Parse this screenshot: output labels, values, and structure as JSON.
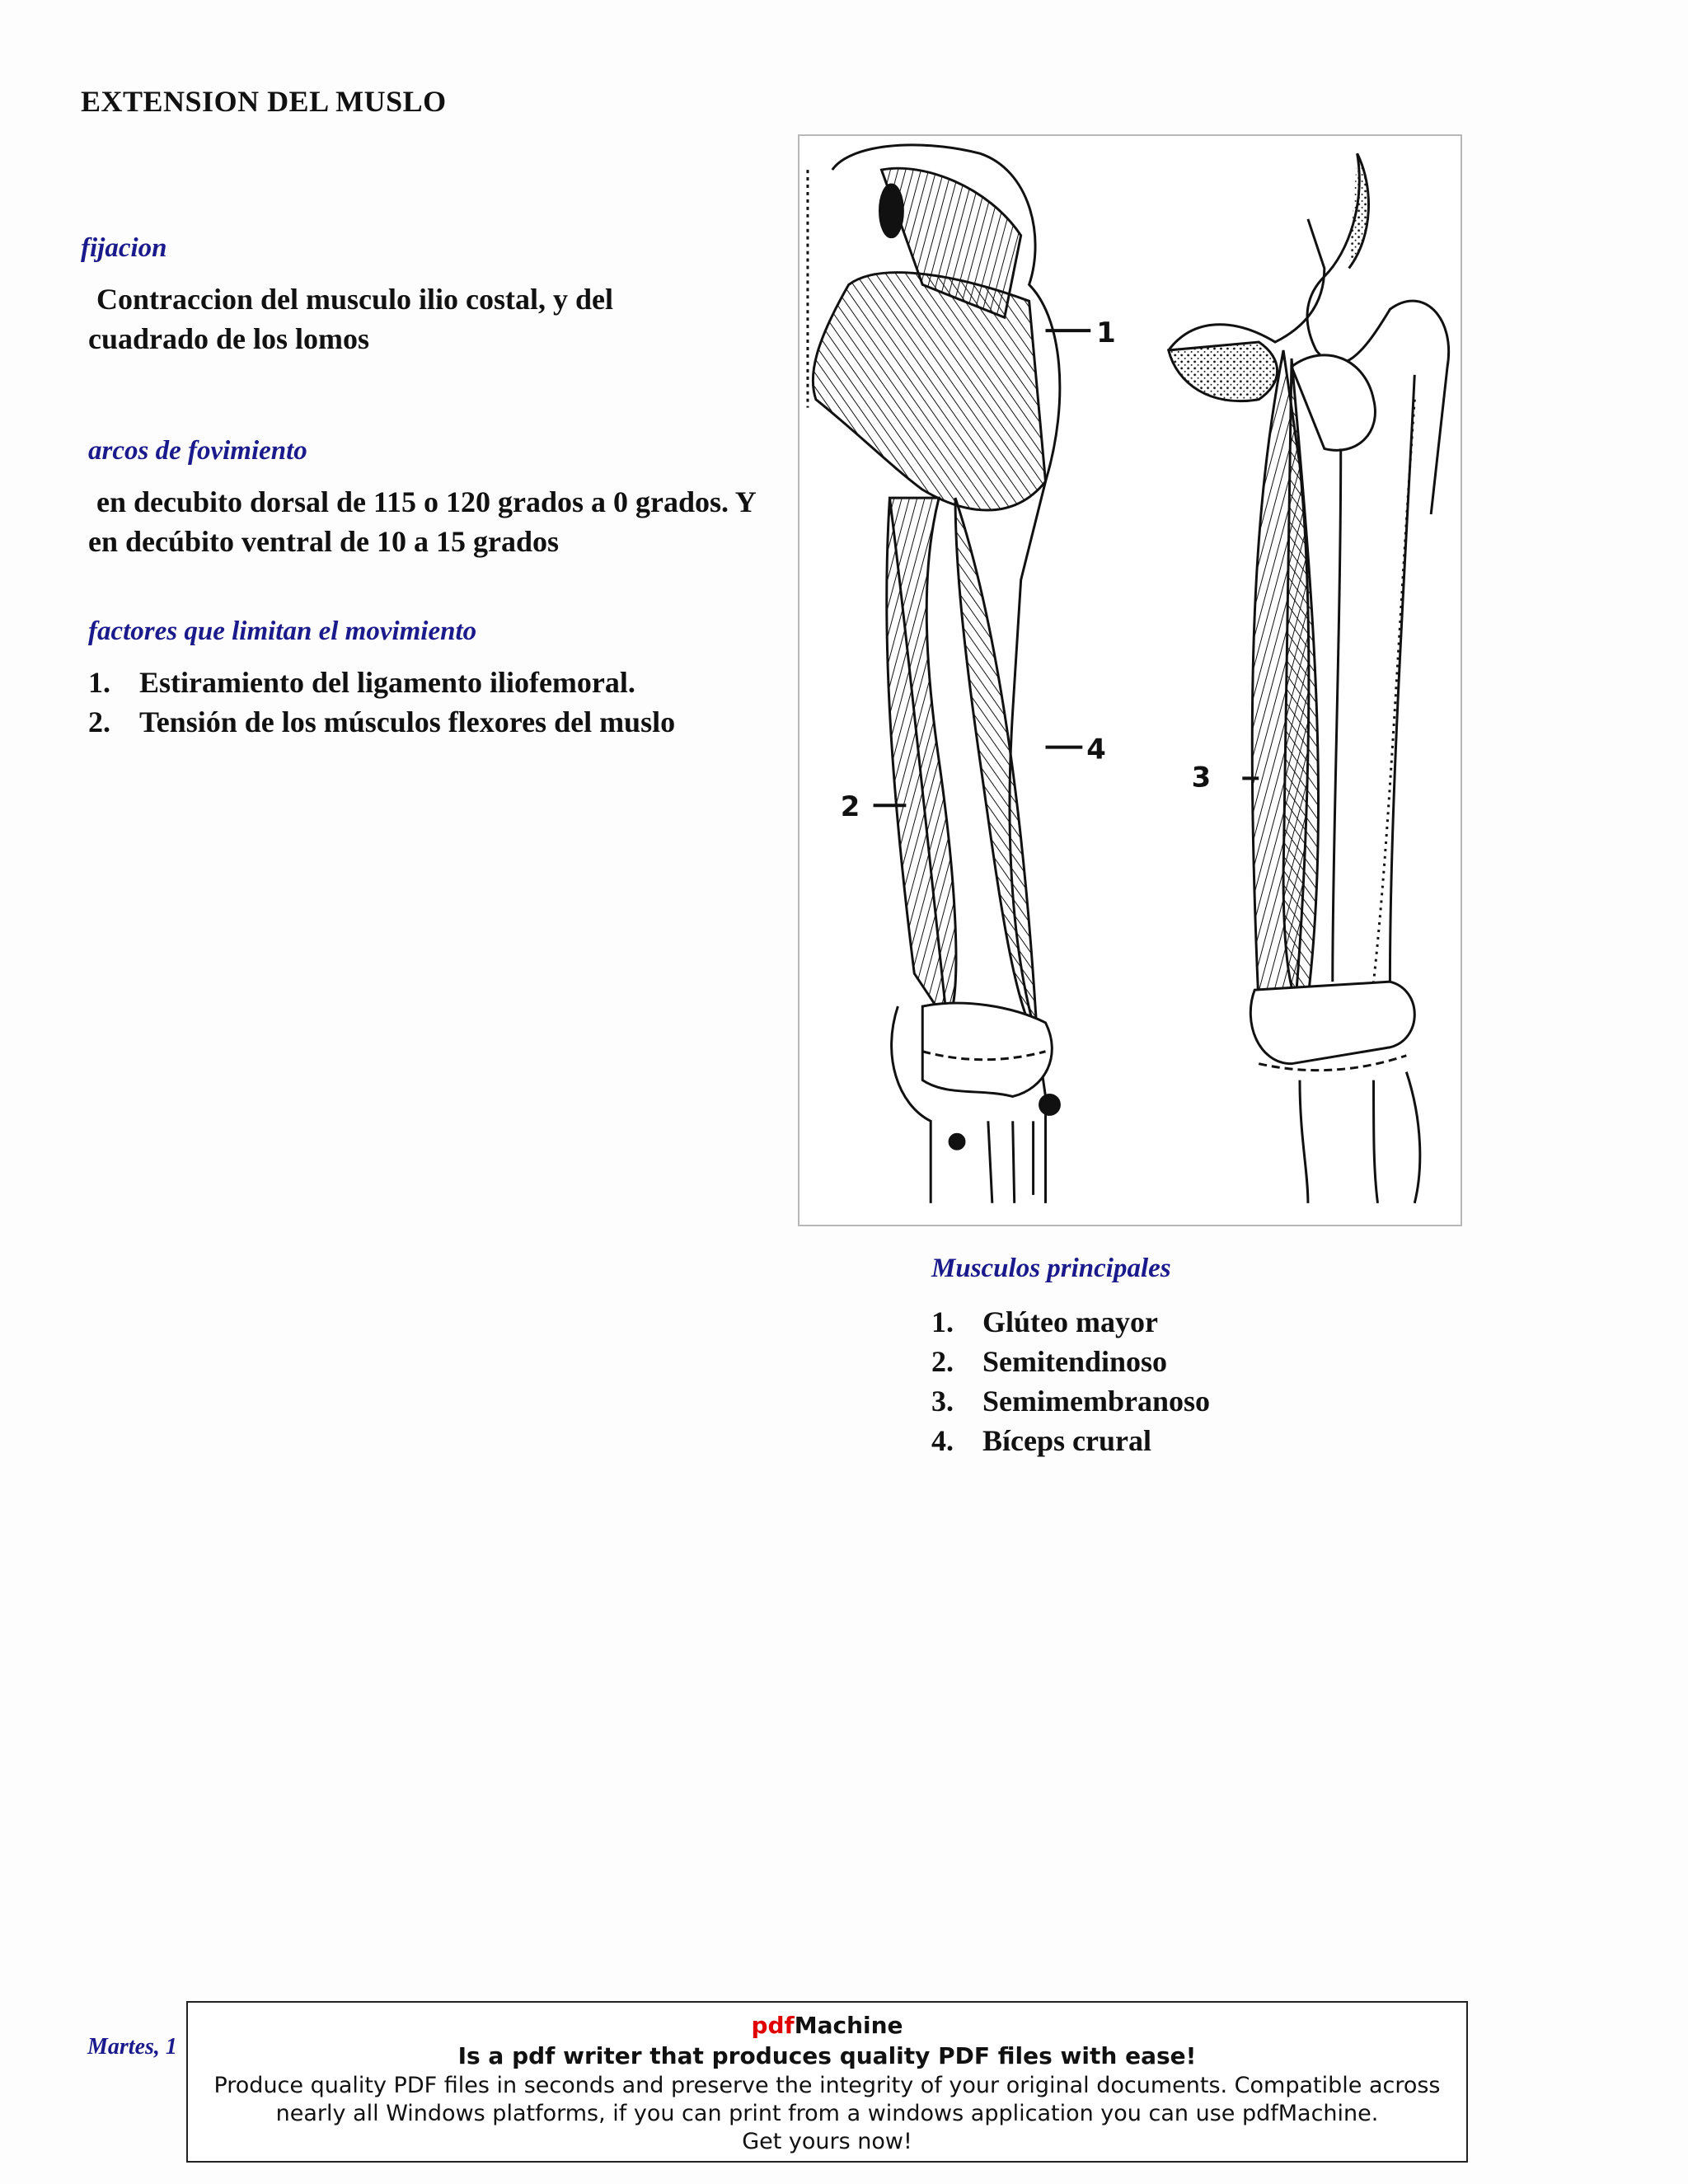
{
  "title": "EXTENSION DEL MUSLO",
  "fijacion": {
    "heading": "fijacion",
    "text": "Contraccion del musculo ilio costal, y del cuadrado de los lomos"
  },
  "arcos": {
    "heading": "arcos de fovimiento",
    "text": "en decubito dorsal de 115 o 120 grados a 0 grados. Y en decúbito ventral de 10 a 15 grados"
  },
  "factores": {
    "heading": "factores que limitan el movimiento",
    "items": [
      {
        "num": "1.",
        "text": "Estiramiento del ligamento iliofemoral."
      },
      {
        "num": "2.",
        "text": "Tensión de los músculos flexores del muslo"
      }
    ]
  },
  "figure": {
    "labels": [
      "1",
      "2",
      "3",
      "4"
    ]
  },
  "musculos": {
    "heading": "Musculos principales",
    "items": [
      {
        "num": "1.",
        "text": "Glúteo mayor"
      },
      {
        "num": "2.",
        "text": "Semitendinoso"
      },
      {
        "num": "3.",
        "text": "Semimembranoso"
      },
      {
        "num": "4.",
        "text": "Bíceps crural"
      }
    ]
  },
  "footer": {
    "date": "Martes, 1"
  },
  "ad": {
    "brand_red": "pdf",
    "brand_black": "Machine",
    "tagline": "Is a pdf writer that produces quality PDF files with ease!",
    "description": "Produce quality PDF files in seconds and preserve the integrity of your original documents. Compatible across nearly all Windows platforms, if you can print from a windows application you can use pdfMachine.",
    "cta": "Get yours now!"
  }
}
